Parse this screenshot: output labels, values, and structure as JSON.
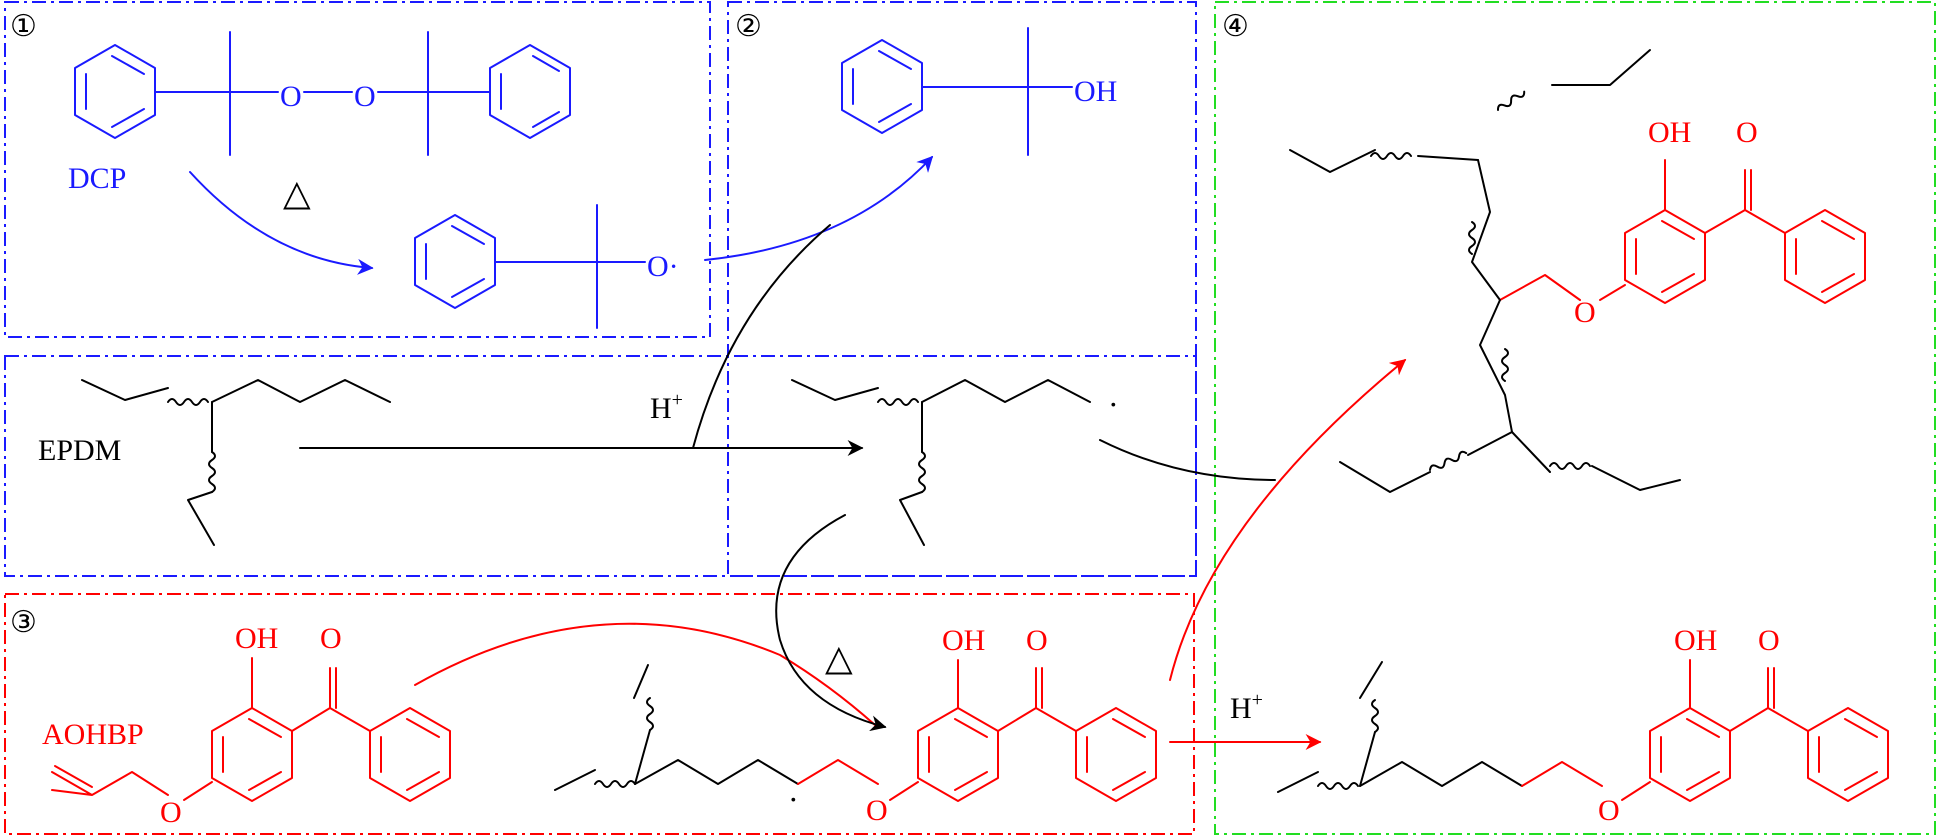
{
  "colors": {
    "black": "#000000",
    "blue": "#1a1aff",
    "red": "#ff0000",
    "green": "#22dd22"
  },
  "panels": {
    "p1": "①",
    "p2": "②",
    "p3": "③",
    "p4": "④"
  },
  "labels": {
    "dcp": "DCP",
    "delta": "△",
    "o": "O",
    "o_radical": "O·",
    "oh": "OH",
    "o_carbonyl": "O",
    "epdm": "EPDM",
    "h_plus": "H",
    "plus": "+",
    "aohbp": "AOHBP",
    "radical_dot": "·"
  }
}
